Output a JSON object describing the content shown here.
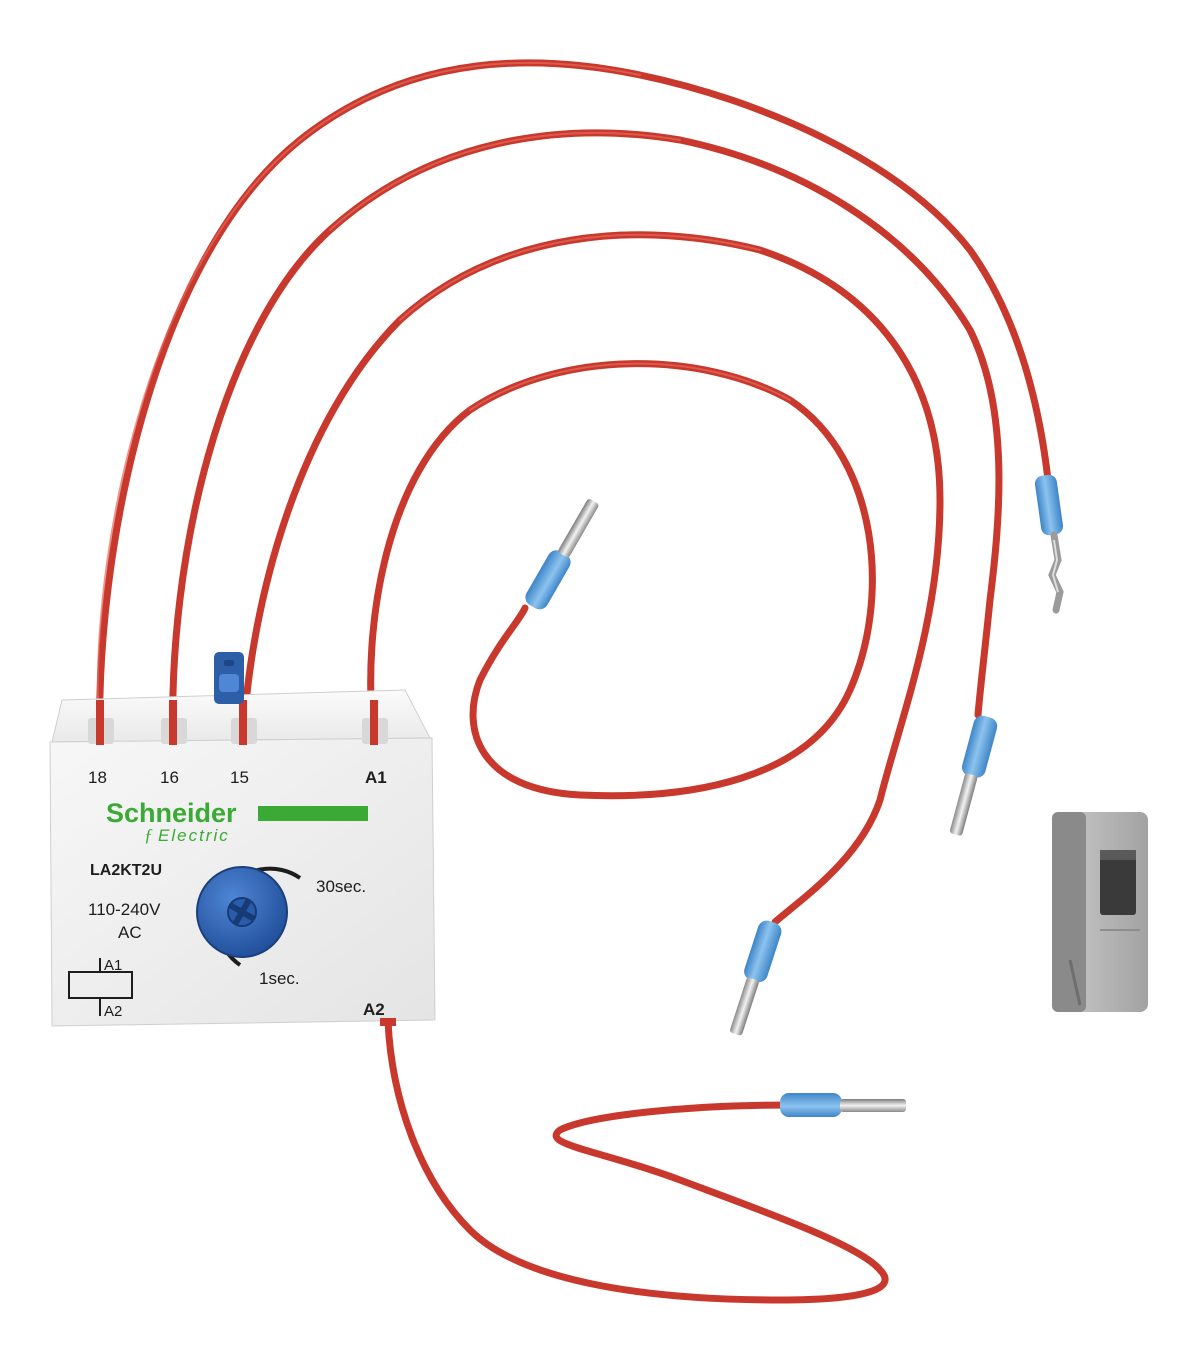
{
  "product": {
    "brand_name": "Schneider",
    "brand_sub": "Electric",
    "model": "LA2KT2U",
    "voltage": "110-240V",
    "current_type": "AC",
    "dial_max": "30sec.",
    "dial_min": "1sec."
  },
  "terminals": {
    "t18": "18",
    "t16": "16",
    "t15": "15",
    "a1": "A1",
    "a2": "A2"
  },
  "coil_symbol": {
    "a1": "A1",
    "a2": "A2"
  },
  "colors": {
    "wire": "#c8382c",
    "ferrule": "#5ea4dc",
    "brand_green": "#3aaa35",
    "dial_blue": "#2b5fb0",
    "connector_gray": "#9a9a9a",
    "module_body": "#f2f2f2"
  }
}
